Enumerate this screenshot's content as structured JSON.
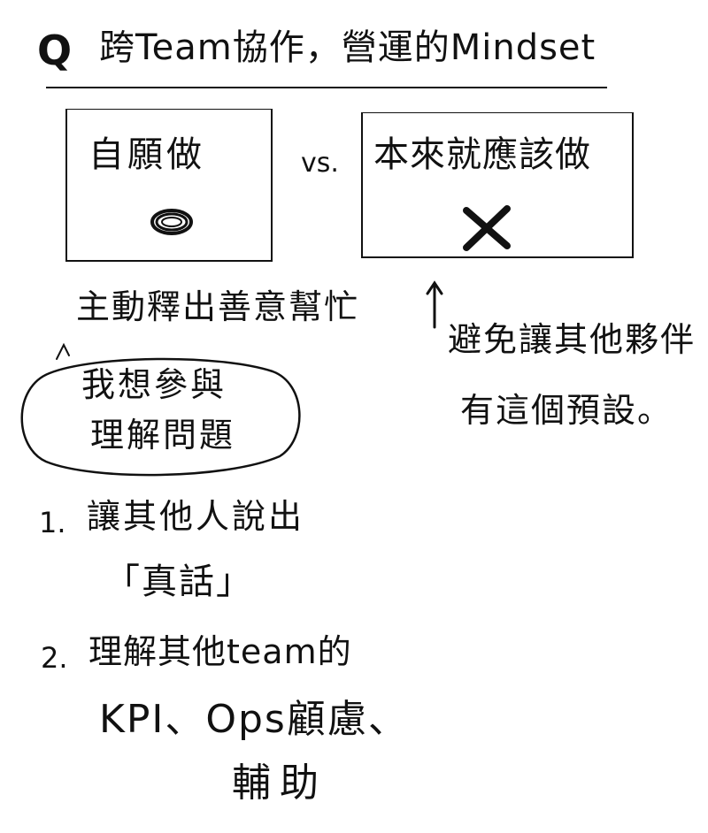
{
  "title": {
    "prefix": "Q",
    "text": "跨Team協作，營運的Mindset"
  },
  "comparison": {
    "left_box": {
      "label": "自願做",
      "mark": "circle-mark"
    },
    "separator": "vs.",
    "right_box": {
      "label": "本來就應該做",
      "mark": "cross-mark"
    }
  },
  "left_note": {
    "text": "主動釋出善意幫忙",
    "bubble": {
      "line1": "我想參與",
      "line2": "理解問題"
    }
  },
  "right_note": {
    "line1": "避免讓其他夥伴",
    "line2": "有這個預設。"
  },
  "list": [
    {
      "number": "1.",
      "text": "讓其他人說出",
      "continuation": "「真話」"
    },
    {
      "number": "2.",
      "text": "理解其他team的",
      "continuation": "KPI、Ops顧慮、",
      "continuation2": "輔助"
    }
  ]
}
